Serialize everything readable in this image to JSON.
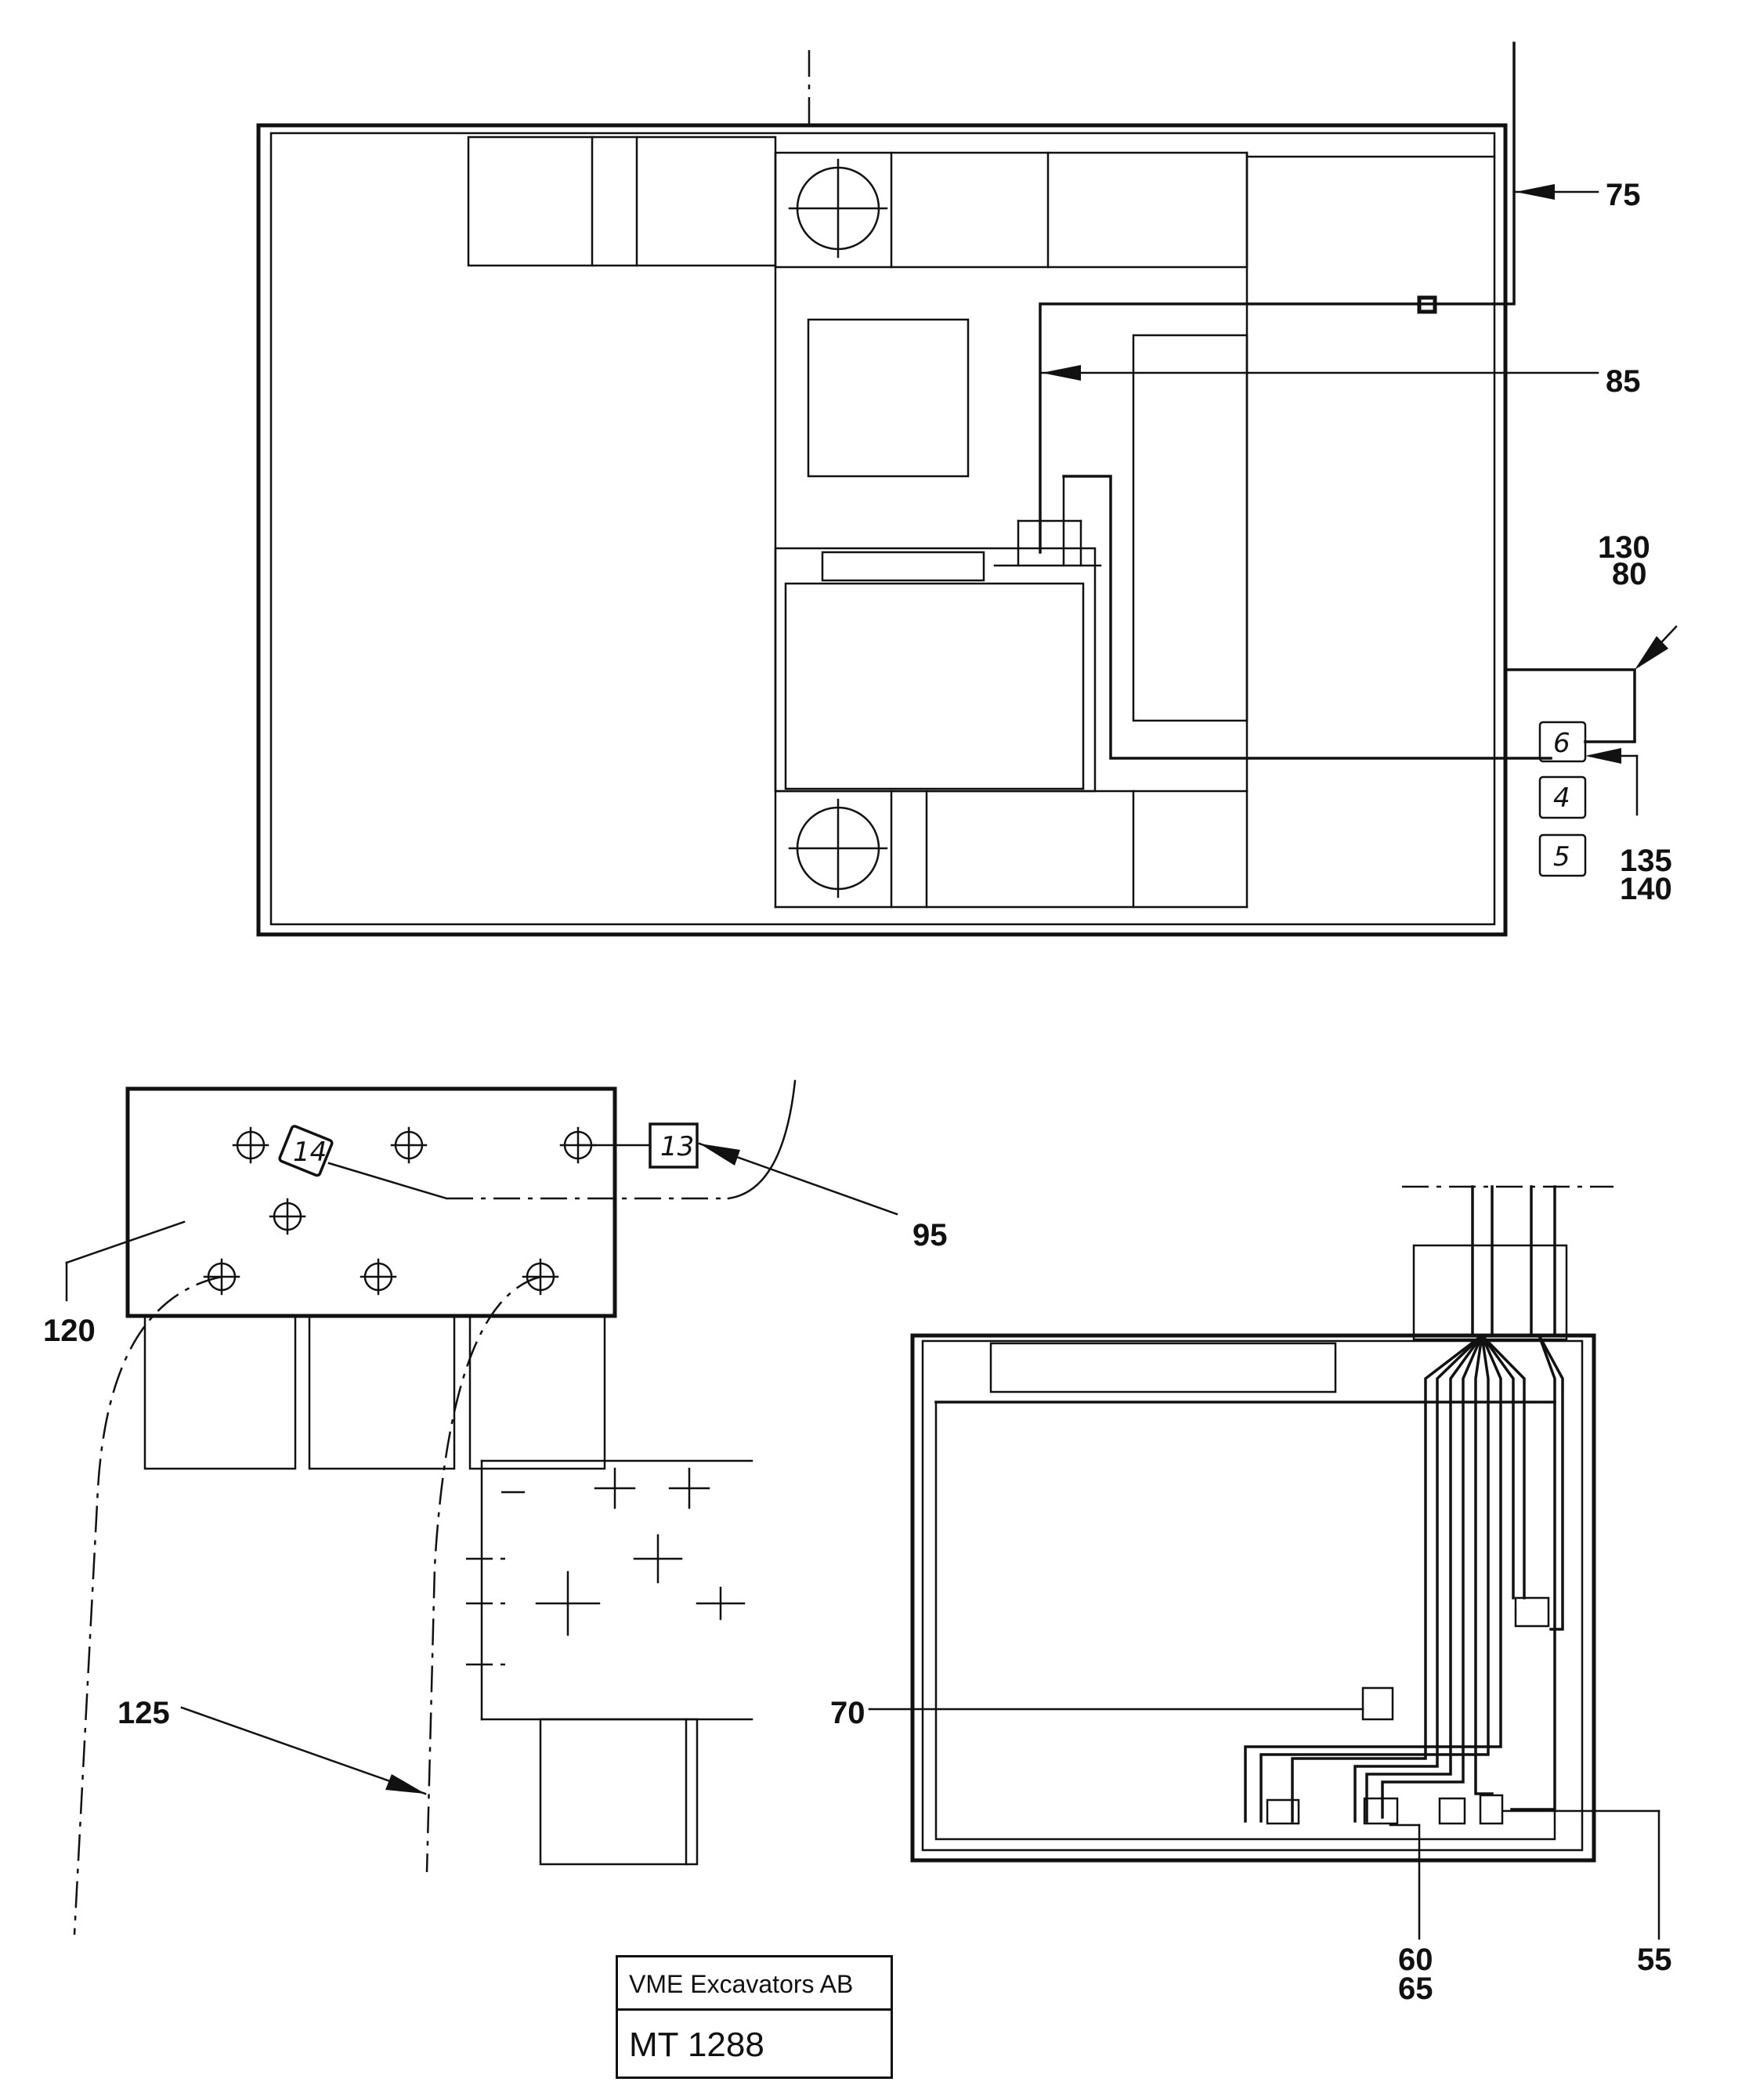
{
  "callouts": {
    "c75": "75",
    "c85": "85",
    "c130": "130",
    "c80": "80",
    "c135": "135",
    "c140": "140",
    "c95": "95",
    "c120": "120",
    "c125": "125",
    "c70": "70",
    "c60": "60",
    "c65": "65",
    "c55": "55"
  },
  "relay_marks": {
    "r6": "6",
    "r4": "4",
    "r5": "5",
    "r14": "14",
    "r13": "13"
  },
  "title_block": {
    "company": "VME Excavators AB",
    "doc_number": "MT 1288"
  }
}
